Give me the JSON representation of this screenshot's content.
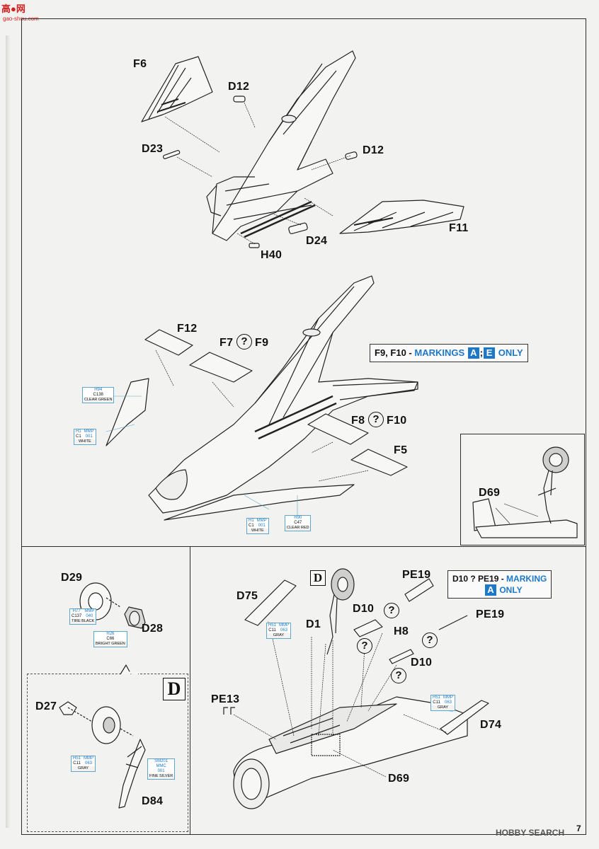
{
  "watermark": {
    "logo": "高●网",
    "site": "gao-shou.com",
    "source": "HOBBY SEARCH"
  },
  "page_number": "7",
  "labels": {
    "F6": "F6",
    "D12a": "D12",
    "D23": "D23",
    "D12b": "D12",
    "F11": "F11",
    "D24": "D24",
    "H40": "H40",
    "F12": "F12",
    "F7": "F7",
    "F9": "F9",
    "F8": "F8",
    "F10": "F10",
    "F5": "F5",
    "D69a": "D69",
    "D29": "D29",
    "D28": "D28",
    "D27": "D27",
    "D84": "D84",
    "D75": "D75",
    "D1": "D1",
    "D10a": "D10",
    "PE19a": "PE19",
    "PE19b": "PE19",
    "H8": "H8",
    "D10b": "D10",
    "PE13": "PE13",
    "D74": "D74",
    "D69b": "D69"
  },
  "qmark": "?",
  "d_marker": "D",
  "notes": {
    "top": {
      "prefix": "F9, F10 - ",
      "text": "MARKINGS",
      "m1": "A",
      "sep": ";",
      "m2": "E",
      "suffix": "ONLY"
    },
    "bottom": {
      "line1a": "D10 ? PE19 - ",
      "line1b": "MARKING",
      "m1": "A",
      "line2": "ONLY"
    }
  },
  "paints": {
    "clear_green": {
      "code": "H94",
      "kcode": "C138",
      "name": "CLEAR GREEN"
    },
    "white_a": {
      "code": "H1",
      "mmp": "MMP",
      "kcode": "C1",
      "mcode": "001",
      "name": "WHITE"
    },
    "white_b": {
      "code": "H1",
      "mmp": "MMP",
      "kcode": "C1",
      "mcode": "001",
      "name": "WHITE"
    },
    "clear_red": {
      "code": "H90",
      "kcode": "C47",
      "name": "CLEAR RED"
    },
    "tire_black": {
      "code": "H77",
      "mmp": "MMP",
      "kcode": "C137",
      "mcode": "040",
      "name": "TIRE BLACK"
    },
    "bright_green": {
      "code": "H26",
      "kcode": "C66",
      "name": "BRIGHT GREEN"
    },
    "gray_a": {
      "code": "H51",
      "mmp": "MMP",
      "kcode": "C11",
      "mcode": "063",
      "name": "GRAY"
    },
    "fine_silver": {
      "code": "SM201",
      "mmp": "MMC",
      "mcode": "001",
      "name": "FINE SILVER"
    },
    "gray_b": {
      "code": "H51",
      "mmp": "MMP",
      "kcode": "C11",
      "mcode": "063",
      "name": "GRAY"
    },
    "gray_c": {
      "code": "H51",
      "mmp": "MMP",
      "kcode": "C11",
      "mcode": "063",
      "name": "GRAY"
    }
  }
}
